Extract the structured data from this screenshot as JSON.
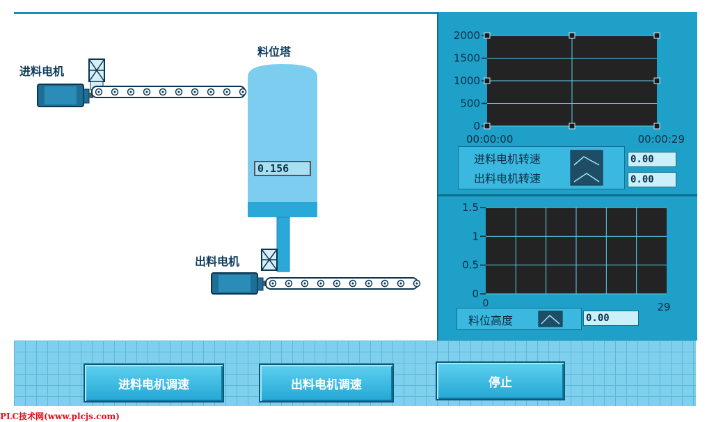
{
  "scene": {
    "feed_motor_label": "进料电机",
    "tower_label": "料位塔",
    "tower_level_value": "0.156",
    "discharge_motor_label": "出料电机"
  },
  "speed_chart": {
    "y_ticks": [
      "2000",
      "1500",
      "1000",
      "500",
      "0"
    ],
    "x_start": "00:00:00",
    "x_end": "00:00:29",
    "legend": [
      {
        "label": "进料电机转速",
        "value": "0.00"
      },
      {
        "label": "出料电机转速",
        "value": "0.00"
      }
    ]
  },
  "level_chart": {
    "y_ticks": [
      "1.5",
      "1",
      "0.5",
      "0"
    ],
    "x_start": "0",
    "x_end": "29",
    "legend": [
      {
        "label": "料位高度",
        "value": "0.00"
      }
    ]
  },
  "buttons": {
    "feed_speed": "进料电机调速",
    "discharge_speed": "出料电机调速",
    "stop": "停止"
  },
  "watermark": "PLC技术网(www.plcjs.com)",
  "colors": {
    "panel": "#1ea0c8",
    "plot_bg": "#232323",
    "grid": "#5fd0f0",
    "tank": "#7ccdef"
  }
}
